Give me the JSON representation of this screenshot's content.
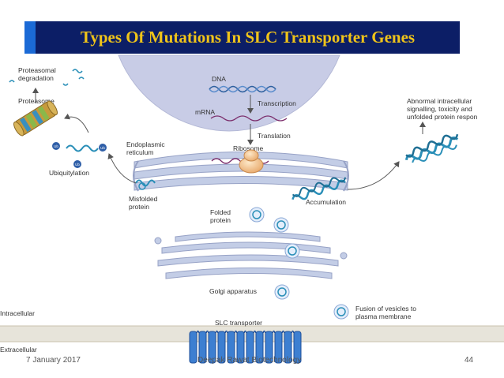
{
  "slide": {
    "title": "Types Of Mutations In SLC Transporter Genes",
    "footer_date": "7 January 2017",
    "footer_author": "Deepak Rawat Biotechnology",
    "page_number": "44"
  },
  "diagram": {
    "labels": {
      "proteasomal_degradation_line1": "Proteasomal",
      "proteasomal_degradation_line2": "degradation",
      "proteasome": "Proteasome",
      "ubiquitylation": "Ubiquitylation",
      "dna": "DNA",
      "transcription": "Transcription",
      "mrna": "mRNA",
      "translation": "Translation",
      "ribosome": "Ribosome",
      "er_line1": "Endoplasmic",
      "er_line2": "reticulum",
      "misfolded_line1": "Misfolded",
      "misfolded_line2": "protein",
      "accumulation": "Accumulation",
      "folded_line1": "Folded",
      "folded_line2": "protein",
      "golgi": "Golgi apparatus",
      "fusion_line1": "Fusion of vesicles to",
      "fusion_line2": "plasma membrane",
      "slc_transporter": "SLC transporter",
      "intracellular": "Intracellular",
      "extracellular": "Extracellular",
      "abnormal_line1": "Abnormal intracellular",
      "abnormal_line2": "signalling, toxicity and",
      "abnormal_line3": "unfolded protein respon",
      "ub": "Ub"
    }
  },
  "colors": {
    "title_bg": "#0c1e66",
    "title_accent": "#1b6ad6",
    "title_text": "#f0c419",
    "nucleus": "#c8cce6",
    "organelle": "#c3cde6",
    "protein": "#2a8fb8",
    "membrane": "#e7e4da"
  }
}
